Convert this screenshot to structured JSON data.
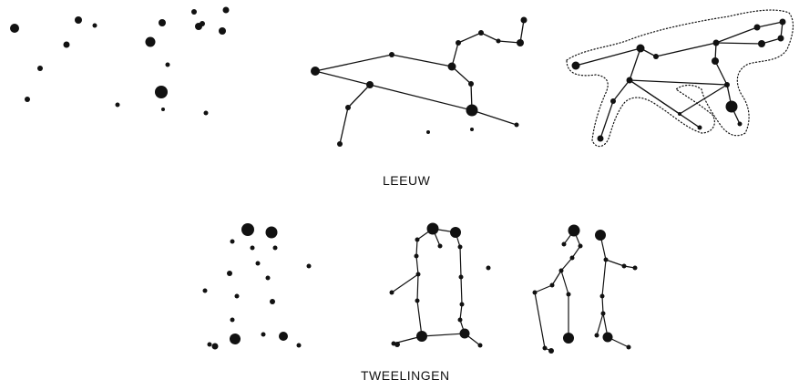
{
  "figure": {
    "ink_color": "#111111",
    "background": "#ffffff",
    "outline_style": "dotted"
  },
  "constellations": [
    {
      "id": "leo",
      "caption": "LEEUW",
      "panels": [
        "stars-only",
        "lines",
        "figure-outline"
      ]
    },
    {
      "id": "gemini",
      "caption": "TWEELINGEN",
      "panels": [
        "stars-only",
        "lines",
        "figure"
      ]
    }
  ]
}
